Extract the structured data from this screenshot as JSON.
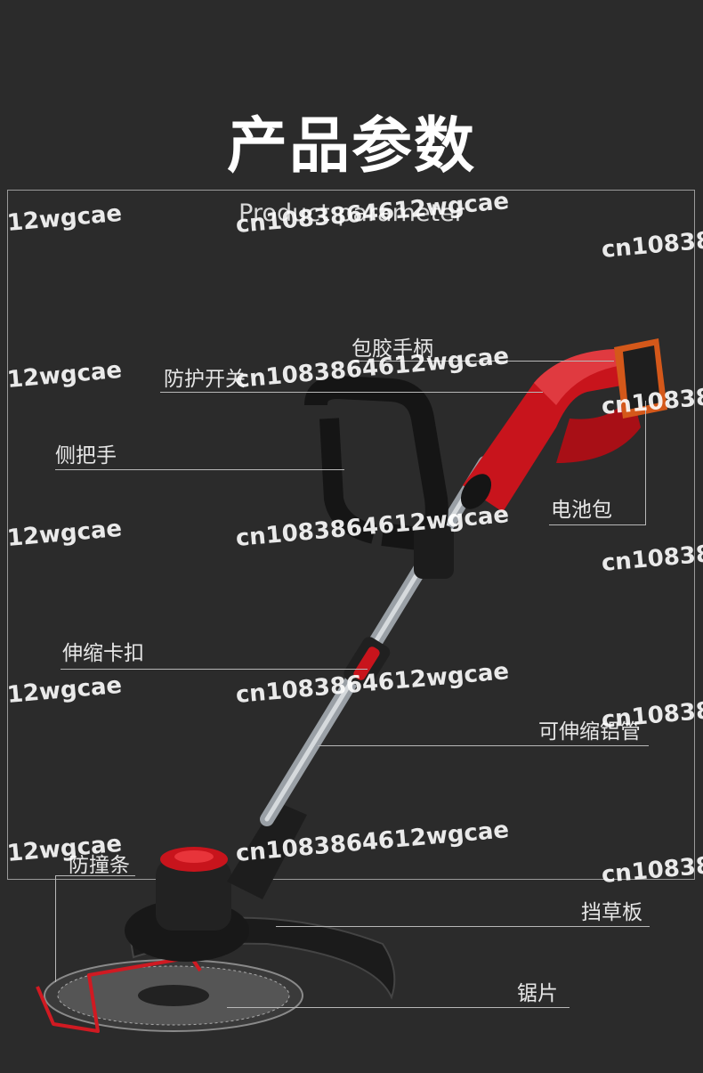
{
  "header": {
    "title": "产品参数",
    "subtitle": "Product parameter"
  },
  "callouts": {
    "grip_handle": "包胶手柄",
    "safety_switch": "防护开关",
    "side_handle": "侧把手",
    "battery_pack": "电池包",
    "telescopic_clamp": "伸缩卡扣",
    "telescopic_tube": "可伸缩铝管",
    "bumper_bar": "防撞条",
    "grass_guard": "挡草板",
    "saw_blade": "锯片"
  },
  "watermarks": {
    "text_a": "12wgcae",
    "text_b": "cn1083864612wgcae",
    "text_c": "cn10838"
  },
  "colors": {
    "background": "#2b2b2b",
    "accent_red": "#c8141c",
    "tool_black": "#1a1a1a",
    "battery_orange": "#d4581a"
  }
}
